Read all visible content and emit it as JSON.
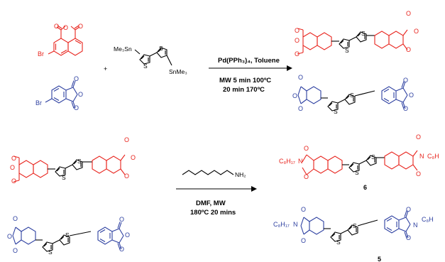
{
  "reaction1": {
    "plus": "+",
    "stannane_left": "Me₃Sn",
    "stannane_right": "SnMe₃",
    "bromo_naph": "Br",
    "bromo_phth": "Br",
    "condition_line1": "Pd(PPh₃)₄, Toluene",
    "condition_line2": "MW 5 min 100ºC",
    "condition_line3": "20 min 170ºC"
  },
  "reaction2": {
    "amine": "NH₂",
    "condition_line1": "DMF, MW",
    "condition_line2": "180ºC 20 mins",
    "alkyl": "C₈H₁₇",
    "alkyl_right": "C₈H",
    "alkyl_right_b": "C₈H",
    "n_left": "N",
    "n_right": "N",
    "product_6": "6",
    "product_5": "5"
  },
  "atoms": {
    "O": "O",
    "S": "S"
  },
  "colors": {
    "red": "#e8231c",
    "blue": "#2c3fa0",
    "black": "#000000"
  }
}
